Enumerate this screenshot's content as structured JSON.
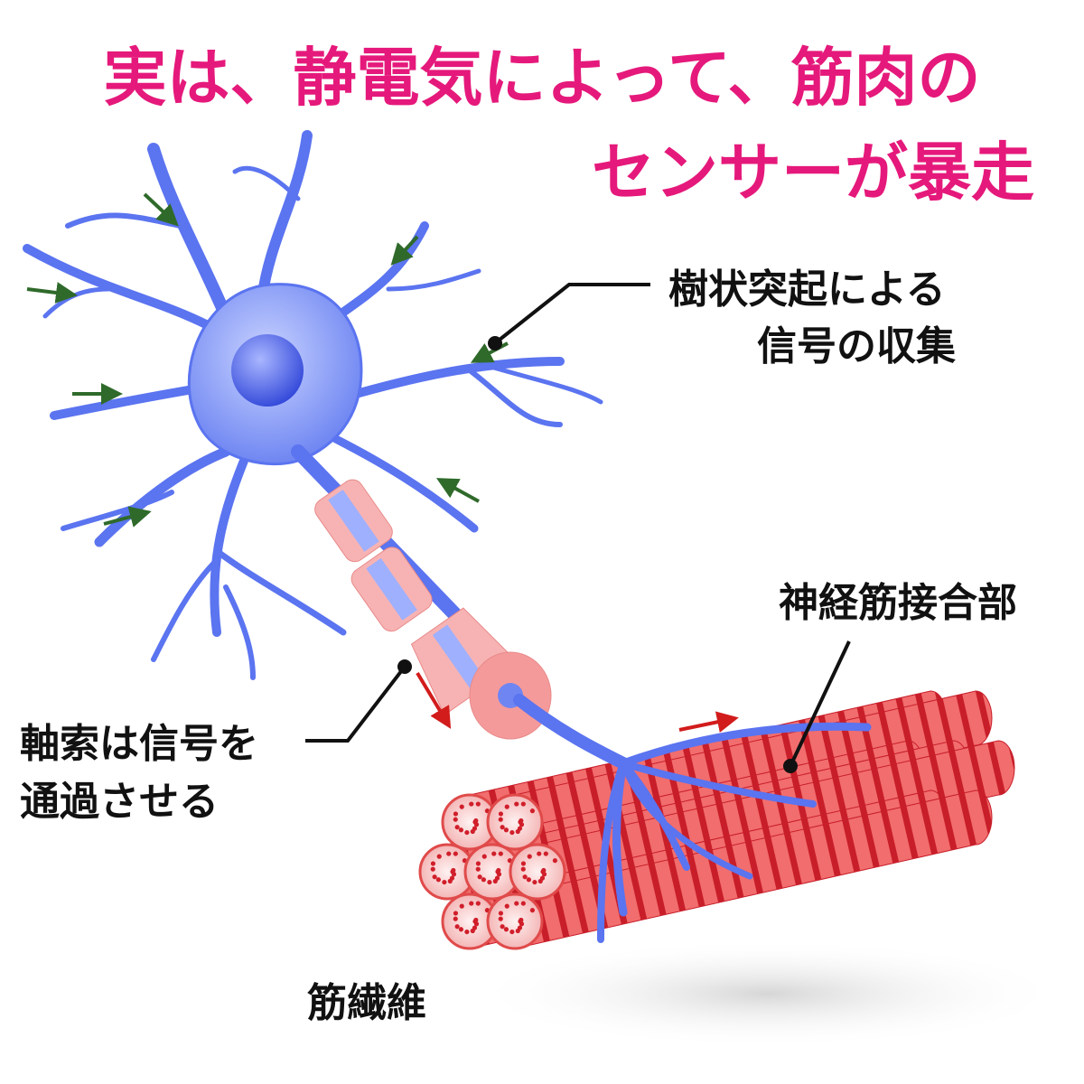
{
  "title": {
    "line1": "実は、静電気によって、筋肉の",
    "line2": "センサーが暴走",
    "color": "#e5197b"
  },
  "labels": {
    "dendrite": {
      "line1": "樹状突起による",
      "line2": "信号の収集"
    },
    "junction": "神経筋接合部",
    "axon": {
      "line1": "軸索は信号を",
      "line2": "通過させる"
    },
    "muscle": "筋繊維"
  },
  "colors": {
    "neuron": "#5b74f0",
    "muscle": "#e8474f",
    "myelin": "#f7b3b3",
    "signal_arrow_in": "#2f6a2a",
    "signal_arrow_out": "#d21c1c"
  }
}
